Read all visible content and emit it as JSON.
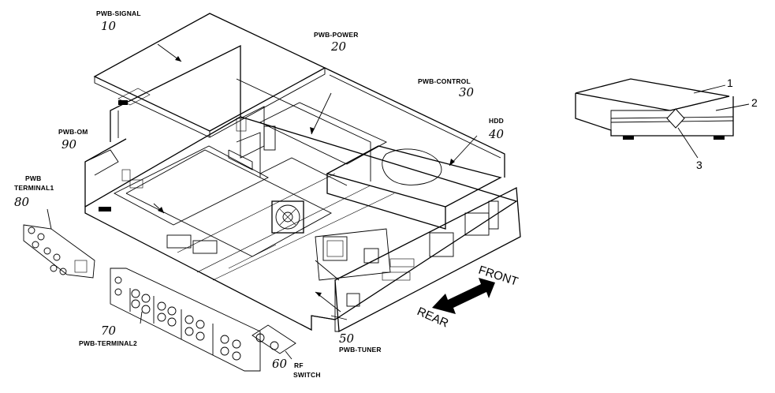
{
  "labels": {
    "pwb_signal": "PWB-SIGNAL",
    "pwb_signal_num": "10",
    "pwb_power": "PWB-POWER",
    "pwb_power_num": "20",
    "pwb_control": "PWB-CONTROL",
    "pwb_control_num": "30",
    "hdd": "HDD",
    "hdd_num": "40",
    "pwb_om": "PWB-OM",
    "pwb_om_num": "90",
    "pwb_terminal1_line1": "PWB",
    "pwb_terminal1_line2": "TERMINAL1",
    "pwb_terminal1_num": "80",
    "pwb_terminal2": "PWB-TERMINAL2",
    "pwb_terminal2_num": "70",
    "pwb_tuner": "PWB-TUNER",
    "pwb_tuner_num": "50",
    "rf_switch_line1": "RF",
    "rf_switch_line2": "SWITCH",
    "rf_switch_num": "60",
    "front": "FRONT",
    "rear": "REAR"
  },
  "inset": {
    "callout_1": "1",
    "callout_2": "2",
    "callout_3": "3"
  }
}
